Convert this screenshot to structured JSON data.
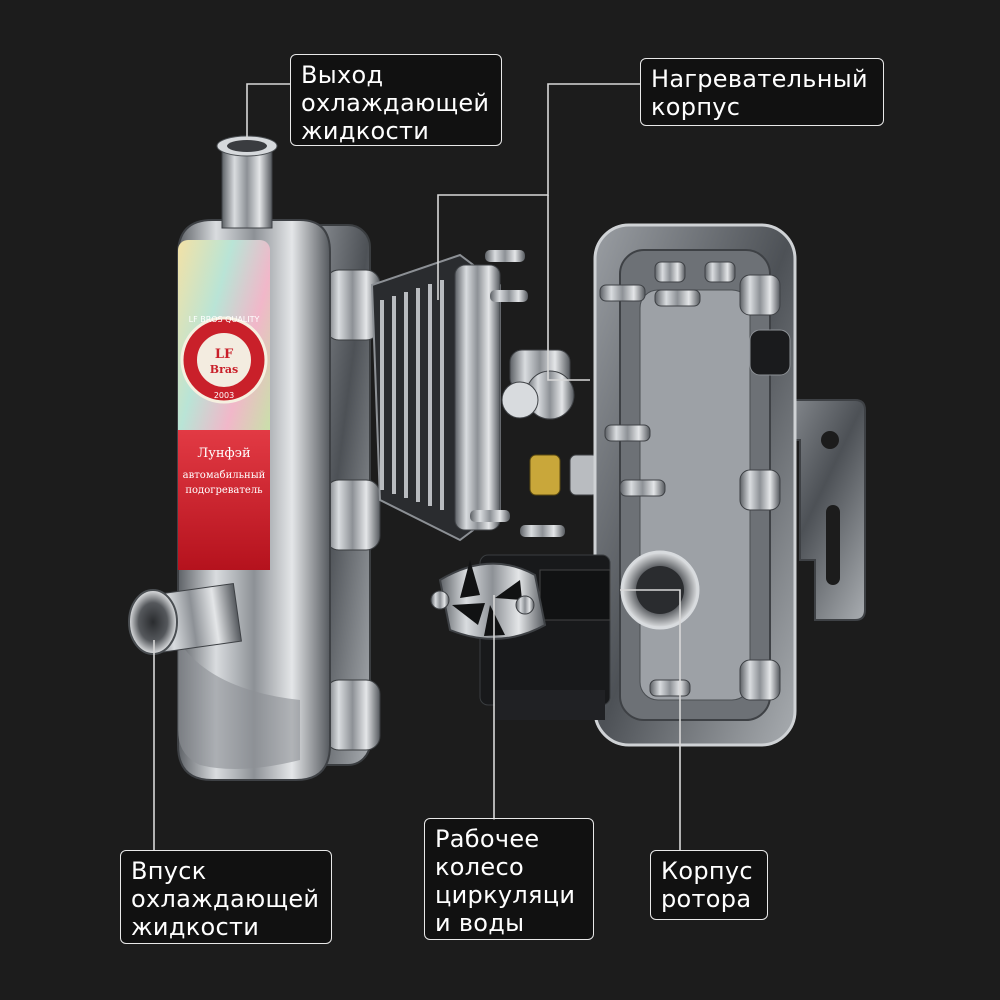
{
  "labels": {
    "outlet": [
      "Выход",
      "охлаждающей",
      "жидкости"
    ],
    "heating_body": [
      "Нагревательный",
      "корпус"
    ],
    "inlet": [
      "Впуск",
      "охлаждающей",
      "жидкости"
    ],
    "impeller": [
      "Рабочее",
      "колесо",
      "циркуляци",
      "и воды"
    ],
    "rotor_housing": [
      "Корпус",
      "ротора"
    ]
  },
  "product_label": {
    "brand_ring": "LF BROS QUALITY",
    "logo_top": "LF",
    "logo_bottom": "Bras",
    "year": "2003",
    "name": "Лунфэй",
    "desc_line1": "автомабильный",
    "desc_line2": "подогреватель"
  },
  "colors": {
    "background": "#1c1c1c",
    "callout_border": "#e8e8e8",
    "leader_line": "#d8d8d8",
    "label_red": "#c9202a",
    "metal": "#b9bcc0"
  }
}
